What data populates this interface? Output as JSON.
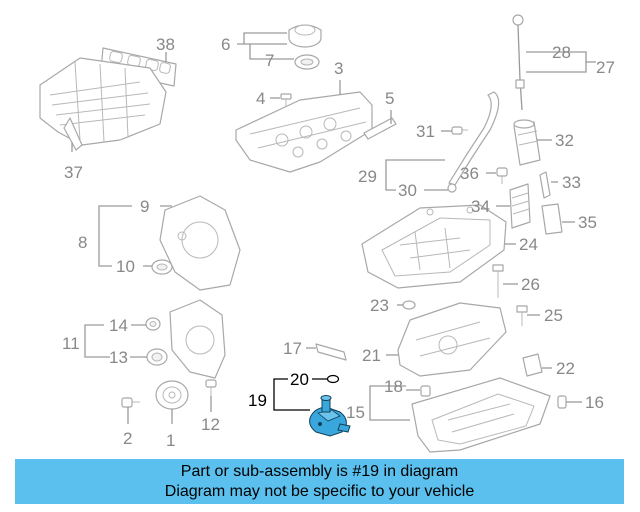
{
  "diagram": {
    "highlight_color": "#3aa7dc",
    "callouts": [
      {
        "label": "1",
        "highlight": false
      },
      {
        "label": "2",
        "highlight": false
      },
      {
        "label": "3",
        "highlight": false
      },
      {
        "label": "4",
        "highlight": false
      },
      {
        "label": "5",
        "highlight": false
      },
      {
        "label": "6",
        "highlight": false
      },
      {
        "label": "7",
        "highlight": false
      },
      {
        "label": "8",
        "highlight": false
      },
      {
        "label": "9",
        "highlight": false
      },
      {
        "label": "10",
        "highlight": false
      },
      {
        "label": "11",
        "highlight": false
      },
      {
        "label": "12",
        "highlight": false
      },
      {
        "label": "13",
        "highlight": false
      },
      {
        "label": "14",
        "highlight": false
      },
      {
        "label": "15",
        "highlight": false
      },
      {
        "label": "16",
        "highlight": false
      },
      {
        "label": "17",
        "highlight": false
      },
      {
        "label": "18",
        "highlight": false
      },
      {
        "label": "19",
        "highlight": true
      },
      {
        "label": "20",
        "highlight": true
      },
      {
        "label": "21",
        "highlight": false
      },
      {
        "label": "22",
        "highlight": false
      },
      {
        "label": "23",
        "highlight": false
      },
      {
        "label": "24",
        "highlight": false
      },
      {
        "label": "25",
        "highlight": false
      },
      {
        "label": "26",
        "highlight": false
      },
      {
        "label": "27",
        "highlight": false
      },
      {
        "label": "28",
        "highlight": false
      },
      {
        "label": "29",
        "highlight": false
      },
      {
        "label": "30",
        "highlight": false
      },
      {
        "label": "31",
        "highlight": false
      },
      {
        "label": "32",
        "highlight": false
      },
      {
        "label": "33",
        "highlight": false
      },
      {
        "label": "34",
        "highlight": false
      },
      {
        "label": "35",
        "highlight": false
      },
      {
        "label": "36",
        "highlight": false
      },
      {
        "label": "37",
        "highlight": false
      },
      {
        "label": "38",
        "highlight": false
      }
    ]
  },
  "banner": {
    "line1": "Part or sub-assembly is #19 in diagram",
    "line2": "Diagram may not be specific to your vehicle",
    "background": "#5bc0ee"
  }
}
